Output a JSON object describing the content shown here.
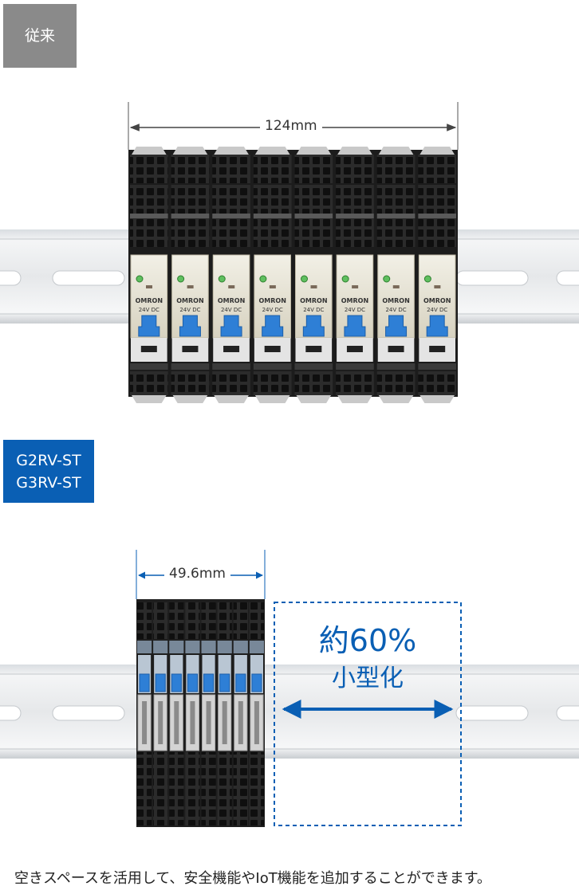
{
  "labels": {
    "conventional": "従来",
    "new_model_line1": "G2RV-ST",
    "new_model_line2": "G3RV-ST"
  },
  "dimensions": {
    "conventional_width": "124mm",
    "new_width": "49.6mm"
  },
  "highlight": {
    "percent": "約60%",
    "reduction": "小型化"
  },
  "relay": {
    "brand": "OMRON",
    "voltage": "24V",
    "dc": "DC"
  },
  "caption": "空きスペースを活用して、安全機能やIoT機能を追加することができます。",
  "colors": {
    "accent_blue": "#0a5fb4",
    "tag_grey": "#8a8a8a"
  }
}
